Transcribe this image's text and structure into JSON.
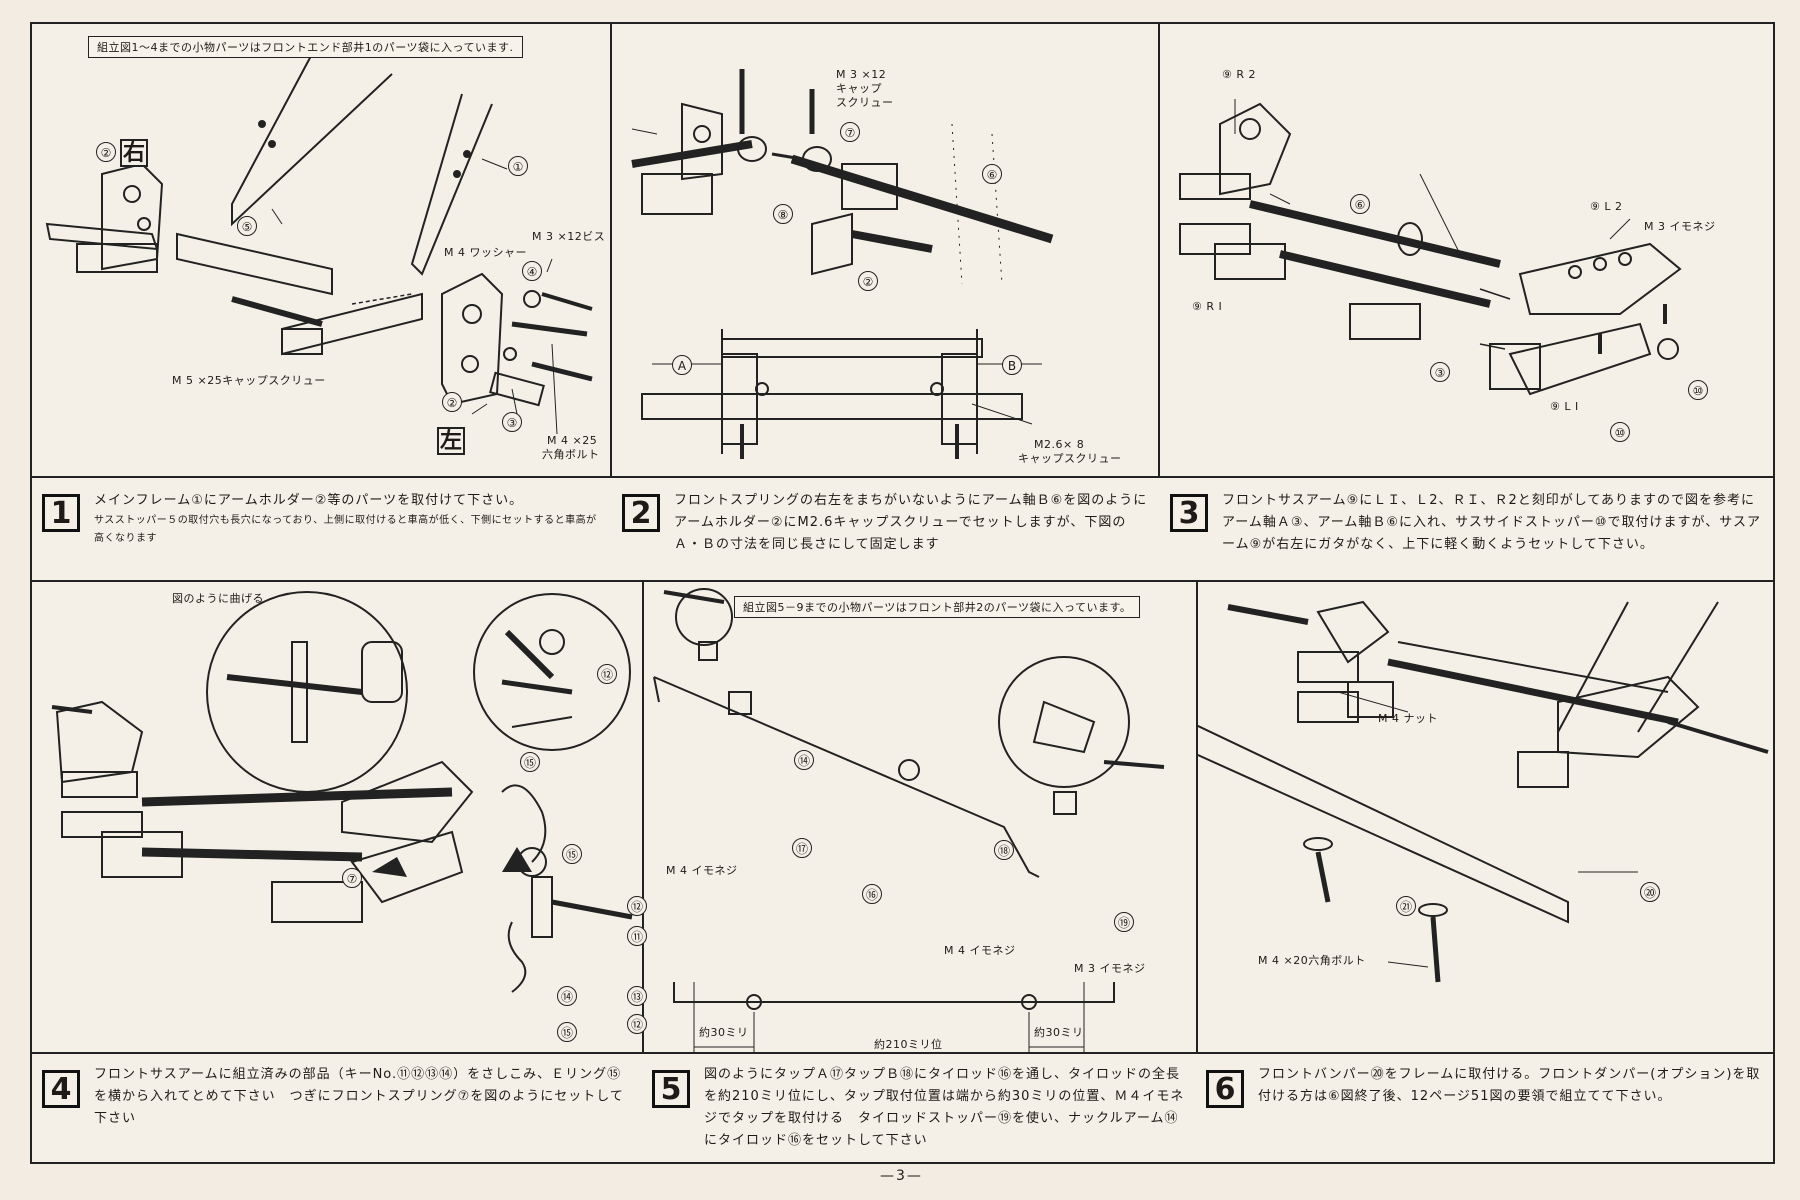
{
  "page_number": "—3—",
  "panel1": {
    "note": "組立図1～4までの小物パーツはフロントエンド部井1のパーツ袋に入っています.",
    "right_kanji": "右",
    "left_kanji": "左",
    "parts": [
      "①",
      "②",
      "②",
      "③",
      "④",
      "⑤"
    ],
    "labels": {
      "m3x12_bis": "M 3 ×12ビス",
      "m4_washer": "M 4 ワッシャー",
      "m5x25": "M 5 ×25キャップスクリュー",
      "m4x25": "M 4 ×25",
      "hex_bolt": "六角ボルト"
    }
  },
  "panel2": {
    "labels": {
      "m3x12": "M 3 ×12",
      "cap": "キャップ",
      "screw": "スクリュー",
      "A": "A",
      "B": "B",
      "m26x8": "M2.6× 8",
      "cap_screw": "キャップスクリュー"
    },
    "parts": [
      "⑦",
      "⑥",
      "⑧",
      "②"
    ]
  },
  "panel3": {
    "labels": {
      "r2": "⑨ R 2",
      "l2": "⑨ L 2",
      "r1": "⑨ R I",
      "l1": "⑨ L I",
      "m3_imonezi": "M 3 イモネジ"
    },
    "parts": [
      "⑥",
      "③",
      "⑩",
      "⑩"
    ]
  },
  "panel4": {
    "labels": {
      "bend": "図のように曲げる"
    },
    "parts": [
      "⑫",
      "⑮",
      "⑦",
      "⑮",
      "⑫",
      "⑪",
      "⑬",
      "⑭",
      "⑫",
      "⑮"
    ]
  },
  "panel5": {
    "note": "組立図5－9までの小物パーツはフロント部井2のパーツ袋に入っています。",
    "labels": {
      "m4_imonezi_1": "M 4 イモネジ",
      "m4_imonezi_2": "M 4 イモネジ",
      "m3_imonezi": "M 3 イモネジ",
      "approx30_l": "約30ミリ",
      "approx30_r": "約30ミリ",
      "approx210": "約210ミリ位"
    },
    "parts": [
      "⑭",
      "⑰",
      "⑯",
      "⑱",
      "⑲"
    ]
  },
  "panel6": {
    "labels": {
      "m4_nut": "M 4 ナット",
      "m4x20": "M 4 ×20六角ボルト"
    },
    "parts": [
      "㉑",
      "⑳"
    ]
  },
  "steps": [
    {
      "num": "1",
      "text": "メインフレーム①にアームホルダー②等のパーツを取付けて下さい。",
      "sub": "サスストッパー５の取付穴も長穴になっており、上側に取付けると車高が低く、下側にセットすると車高が高くなります"
    },
    {
      "num": "2",
      "text": "フロントスプリングの右左をまちがいないようにアーム軸Ｂ⑥を図のようにアームホルダー②にM2.6キャップスクリューでセットしますが、下図のＡ・Ｂの寸法を同じ長さにして固定します"
    },
    {
      "num": "3",
      "text": "フロントサスアーム⑨にＬＩ、Ｌ2、ＲＩ、Ｒ2と刻印がしてありますので図を参考にアーム軸Ａ③、アーム軸Ｂ⑥に入れ、サスサイドストッパー⑩で取付けますが、サスアーム⑨が右左にガタがなく、上下に軽く動くようセットして下さい。"
    },
    {
      "num": "4",
      "text": "フロントサスアームに組立済みの部品（キーNo.⑪⑫⑬⑭）をさしこみ、Ｅリング⑮を横から入れてとめて下さい　つぎにフロントスプリング⑦を図のようにセットして下さい"
    },
    {
      "num": "5",
      "text": "図のようにタップＡ⑰タップＢ⑱にタイロッド⑯を通し、タイロッドの全長を約210ミリ位にし、タップ取付位置は端から約30ミリの位置、Ｍ４イモネジでタップを取付ける　タイロッドストッパー⑲を使い、ナックルアーム⑭にタイロッド⑯をセットして下さい"
    },
    {
      "num": "6",
      "text": "フロントバンパー⑳をフレームに取付ける。フロントダンパー(オプション)を取付ける方は⑥図終了後、12ページ51図の要領で組立てて下さい。"
    }
  ]
}
